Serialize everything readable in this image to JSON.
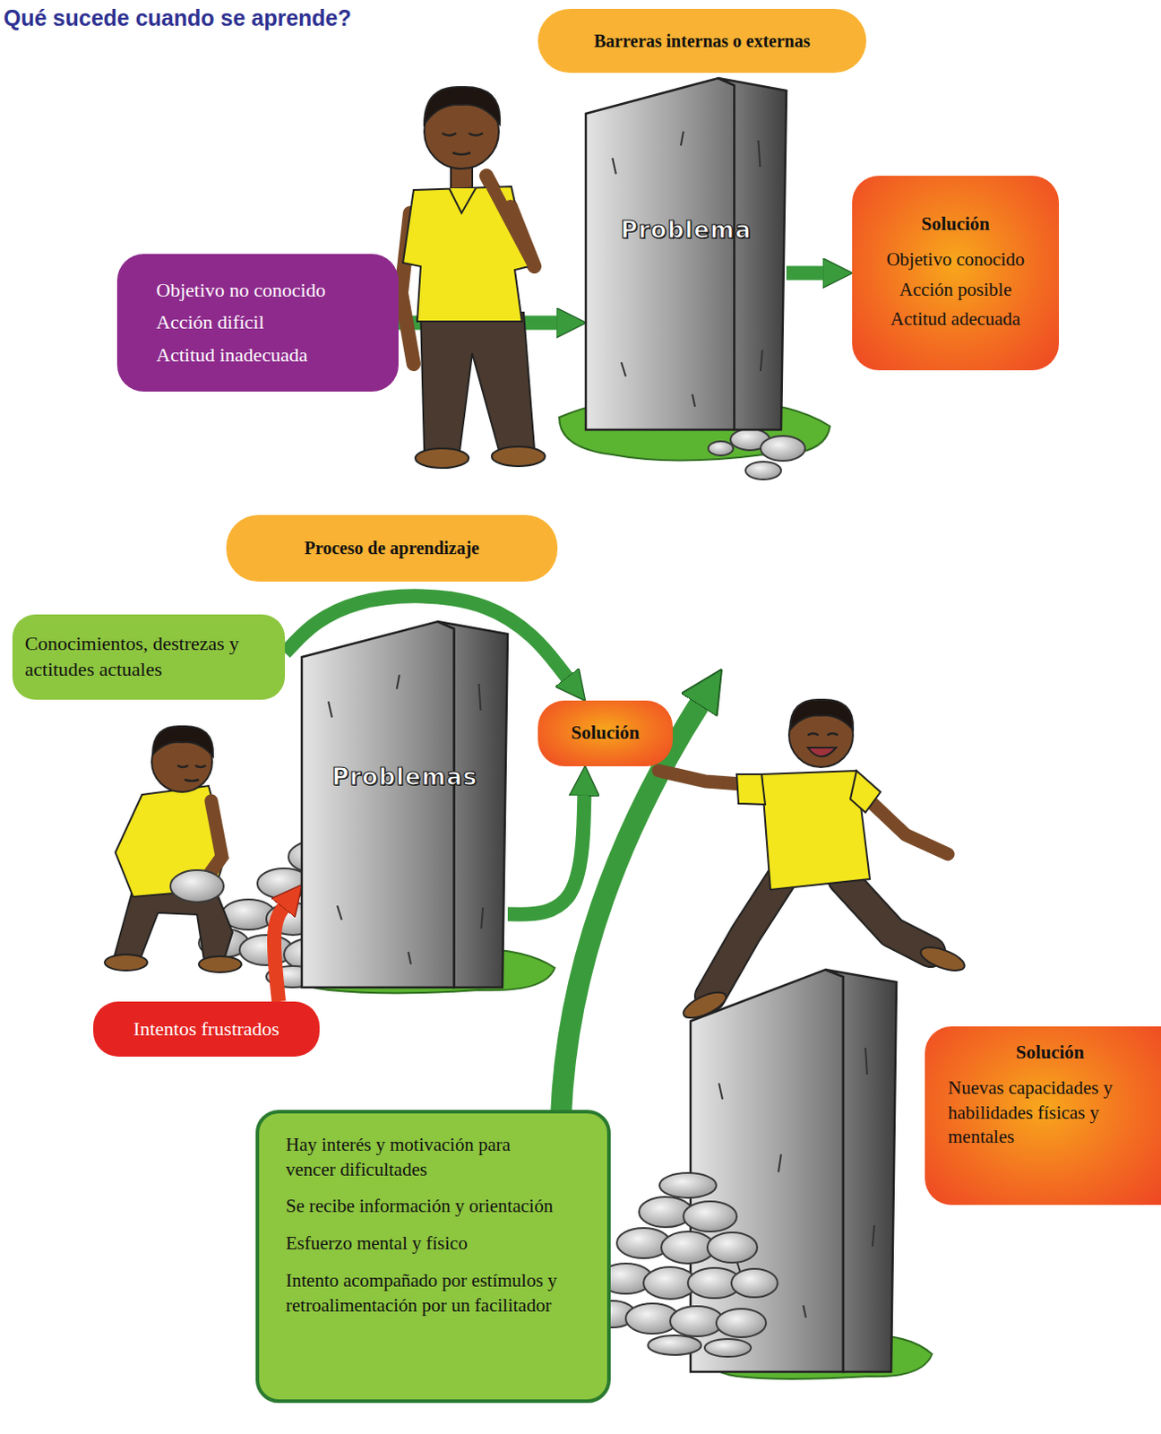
{
  "diagram": {
    "title": "Qué sucede cuando se aprende?",
    "nodes": [
      {
        "text": [
          "Barreras internas o externas"
        ]
      },
      {
        "text": [
          "Objetivo no conocido",
          "Acción difícil",
          "Actitud inadecuada"
        ]
      },
      {
        "text": [
          "Problema"
        ]
      },
      {
        "text": [
          "Solución",
          "Objetivo conocido",
          "Acción posible",
          "Actitud adecuada"
        ]
      },
      {
        "text": [
          "Proceso de aprendizaje"
        ]
      },
      {
        "text": [
          "Conocimientos, destrezas y actitudes actuales"
        ]
      },
      {
        "text": [
          "Problemas"
        ]
      },
      {
        "text": [
          "Solución"
        ]
      },
      {
        "text": [
          "Intentos frustrados"
        ]
      },
      {
        "text": [
          "Hay interés y motivación para vencer dificultades",
          "Se recibe información y orientación",
          "Esfuerzo mental y físico",
          "Intento acompañado por estímulos y retroalimentación por un facilitador"
        ]
      },
      {
        "text": [
          "Solución",
          "Nuevas capacidades y habilidades físicas y mentales"
        ]
      }
    ],
    "edges": [
      {
        "from": 1,
        "to": 2,
        "arrow": "to"
      },
      {
        "from": 2,
        "to": 3,
        "arrow": "to"
      },
      {
        "from": 5,
        "to": 7,
        "arrow": "to"
      },
      {
        "from": 8,
        "to": 6,
        "arrow": "to"
      },
      {
        "from": 6,
        "to": 7,
        "arrow": "to"
      }
    ]
  }
}
